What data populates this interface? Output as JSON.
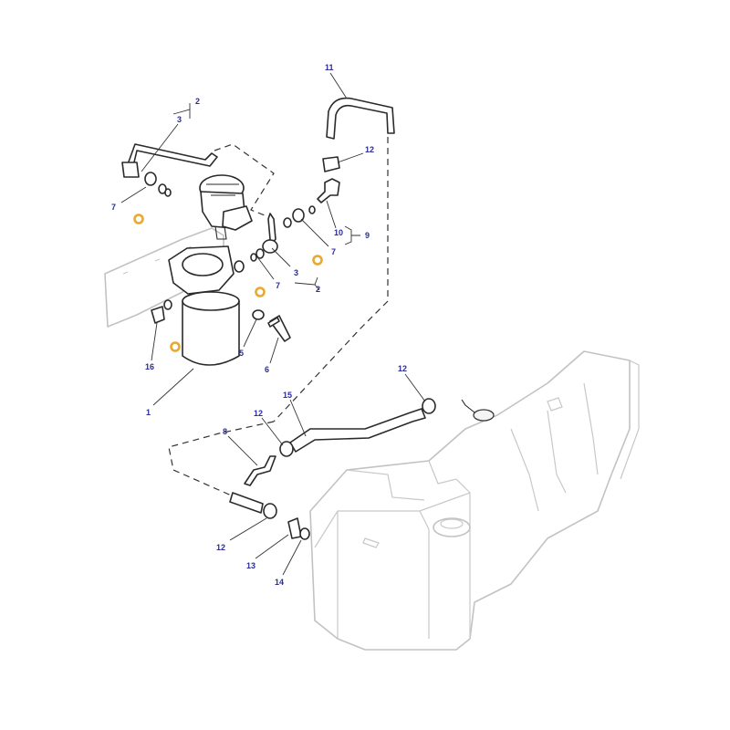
{
  "callouts": [
    {
      "text": "2"
    },
    {
      "text": "3"
    },
    {
      "text": "7"
    },
    {
      "text": "11"
    },
    {
      "text": "12"
    },
    {
      "text": "10"
    },
    {
      "text": "9"
    },
    {
      "text": "7"
    },
    {
      "text": "3"
    },
    {
      "text": "7"
    },
    {
      "text": "2"
    },
    {
      "text": "5"
    },
    {
      "text": "6"
    },
    {
      "text": "16"
    },
    {
      "text": "1"
    },
    {
      "text": "12"
    },
    {
      "text": "15"
    },
    {
      "text": "12"
    },
    {
      "text": "8"
    },
    {
      "text": "12"
    },
    {
      "text": "13"
    },
    {
      "text": "14"
    }
  ],
  "colors": {
    "callout": "#2b2b9a",
    "highlight": "#e8a92c",
    "tank": "#c2c2c2",
    "line": "#2a2a2a"
  }
}
